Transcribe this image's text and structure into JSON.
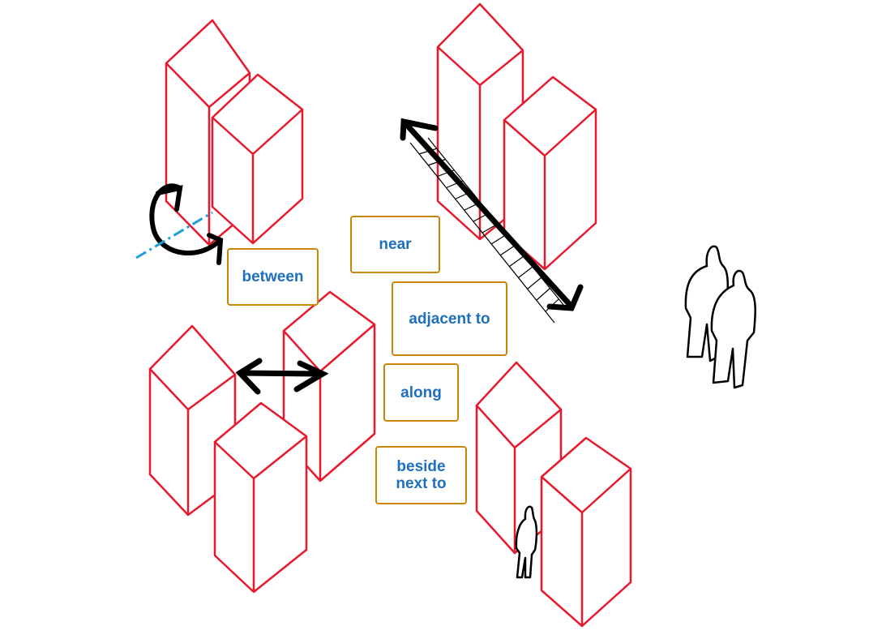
{
  "labels": {
    "near": "near",
    "between": "between",
    "adjacent_to": "adjacent to",
    "along": "along",
    "beside": "beside",
    "next_to": "next to"
  },
  "colors": {
    "building": "#e8192c",
    "label_text": "#1f6fc0",
    "label_border": "#c8860a",
    "axis_line": "#1aa0d8",
    "arrow": "#000000"
  }
}
